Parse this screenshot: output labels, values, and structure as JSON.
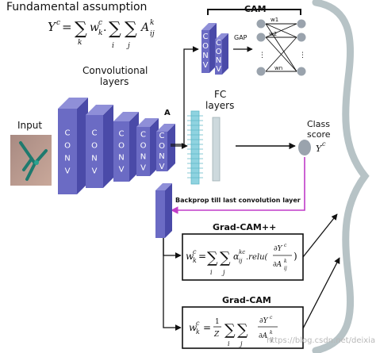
{
  "title": "Fundamental assumption",
  "labels": {
    "input": "Input",
    "conv_layers": "Convolutional\nlayers",
    "conv": "CONV",
    "A": "A",
    "cam": "CAM",
    "gap": "GAP",
    "w1": "w1",
    "w2": "w2",
    "wn": "wn",
    "fc_layers": "FC\nlayers",
    "class_score": "Class\nscore",
    "yc": "Y",
    "yc_sup": "c",
    "backprop": "Backprop till last convolution layer",
    "gradcampp": "Grad-CAM++",
    "gradcam": "Grad-CAM",
    "watermark": "https://blog.csdn.net/deixiangzi"
  },
  "equations": {
    "fundamental": "Y^c = Σ_k w_k^c . Σ_i Σ_j A_ij^k",
    "gradcampp": "w_k^c = Σ_i Σ_j α_ij^kc . relu(∂Y^c / ∂A_ij^k)",
    "gradcam": "w_k^c = 1/Z Σ_i Σ_j ∂Y^c / ∂A_ij^k"
  },
  "colors": {
    "conv_front": "#6b6bc4",
    "conv_side": "#4a4aa8",
    "conv_top": "#8f8fd8",
    "fc_teal": "#8fd3e0",
    "fc_gray": "#cdd9dd",
    "node": "#9aa3ad",
    "score_node": "#9aa3ad",
    "backprop_arrow": "#c03cc8",
    "brace": "#b7c3c6"
  }
}
